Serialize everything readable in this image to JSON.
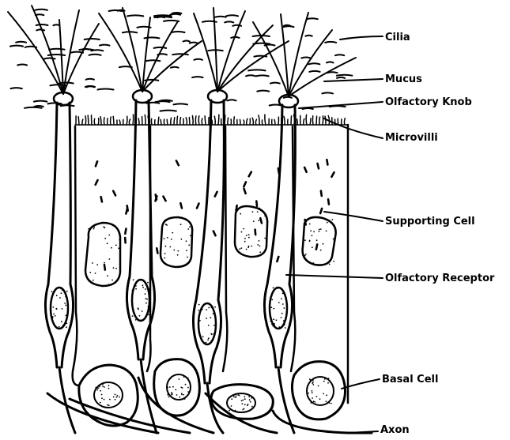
{
  "diagram": {
    "labels": {
      "cilia": "Cilia",
      "mucus": "Mucus",
      "olfactory_knob": "Olfactory Knob",
      "microvilli": "Microvilli",
      "supporting_cell": "Supporting Cell",
      "olfactory_receptor": "Olfactory Receptor",
      "basal_cell": "Basal Cell",
      "axon": "Axon"
    },
    "colors": {
      "ink": "#000000",
      "background": "#ffffff"
    }
  }
}
